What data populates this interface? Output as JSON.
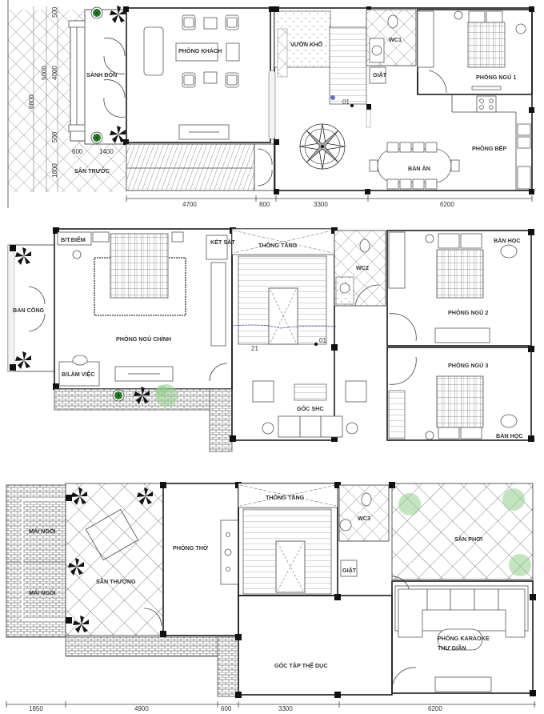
{
  "floors": [
    {
      "name": "ground-floor",
      "rooms": {
        "sanh_don": "SẢNH ĐÓN",
        "phong_khach": "PHÒNG KHÁCH",
        "san_truoc": "SÂN TRƯỚC",
        "vuon_kho": "VƯỜN KHÔ",
        "wc1": "WC1",
        "giat": "GIẶT",
        "phong_ngu_1": "PHÒNG NGỦ 1",
        "phong_bep": "PHÒNG BẾP",
        "ban_an": "BÀN ĂN",
        "stair_mark": "01"
      },
      "dims_bottom": [
        "4700",
        "800",
        "3300",
        "6200"
      ],
      "dims_left": [
        "500",
        "5000",
        "4000",
        "6800",
        "500",
        "600",
        "1400",
        "1800"
      ]
    },
    {
      "name": "second-floor",
      "rooms": {
        "bt_diem": "B/T.ĐIỂM",
        "ket_sat": "KÉT SẮT",
        "ban_cong": "BAN CÔNG",
        "phong_ngu_chinh": "PHÒNG NGỦ CHÍNH",
        "b_lam_viec": "B/LÀM VIỆC",
        "thong_tang": "THÔNG TẦNG",
        "wc2": "WC2",
        "ban_hoc_top": "BÀN HỌC",
        "phong_ngu_2": "PHÒNG NGỦ 2",
        "phong_ngu_3": "PHÒNG NGỦ 3",
        "ban_hoc_bottom": "BÀN HỌC",
        "goc_shc": "GÓC SHC",
        "stair_mark_a": "21",
        "stair_mark_b": "01"
      }
    },
    {
      "name": "third-floor",
      "rooms": {
        "mai_ngoi_1": "MÁI NGÓI",
        "mai_ngoi_2": "MÁI NGÓI",
        "san_thuong": "SÂN THƯỢNG",
        "phong_tho": "PHÒNG THỜ",
        "thong_tang": "THÔNG TẦNG",
        "wc3": "WC3",
        "giat": "GIẶT",
        "san_phoi": "SÂN PHƠI",
        "karaoke_1": "PHÒNG KARAOKE",
        "karaoke_2": "THƯ GIÃN",
        "goc_tap": "GÓC TẬP THỂ DỤC"
      },
      "dims_bottom": [
        "1850",
        "4900",
        "600",
        "3300",
        "6200"
      ]
    }
  ],
  "colors": {
    "wall": "#1a1a1a",
    "plant": "#2e8b2e",
    "grass": "#8fcf8a",
    "stair_line": "#3a3aaa"
  }
}
